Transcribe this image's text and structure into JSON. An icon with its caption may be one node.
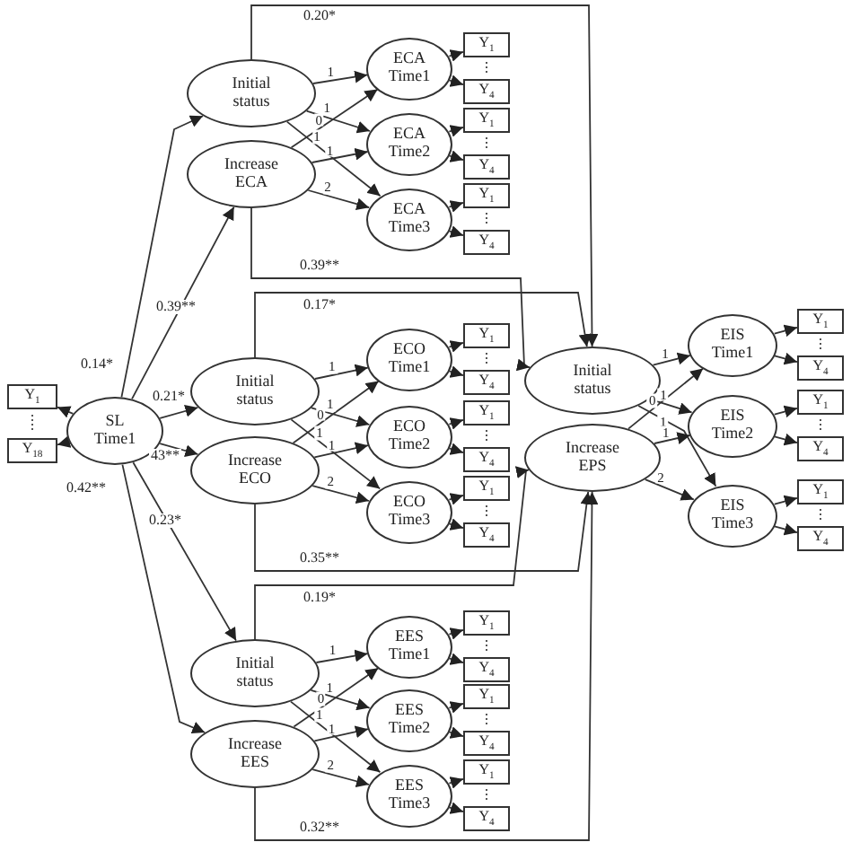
{
  "diagram": {
    "nodes": [
      {
        "text": [
          "SL Time1"
        ]
      },
      {
        "text": [
          "Y$_{1}$"
        ]
      },
      {
        "text": [
          "Y$_{18}$"
        ]
      },
      {
        "text": [
          "Initial status"
        ]
      },
      {
        "text": [
          "Increase ECA"
        ]
      },
      {
        "text": [
          "ECA Time1"
        ]
      },
      {
        "text": [
          "ECA Time2"
        ]
      },
      {
        "text": [
          "ECA Time3"
        ]
      },
      {
        "text": [
          "Y$_{1}$"
        ]
      },
      {
        "text": [
          "Y$_{4}$"
        ]
      },
      {
        "text": [
          "Y$_{1}$"
        ]
      },
      {
        "text": [
          "Y$_{4}$"
        ]
      },
      {
        "text": [
          "Y$_{1}$"
        ]
      },
      {
        "text": [
          "Y$_{4}$"
        ]
      },
      {
        "text": [
          "Initial status"
        ]
      },
      {
        "text": [
          "Increase ECO"
        ]
      },
      {
        "text": [
          "ECO Time1"
        ]
      },
      {
        "text": [
          "ECO Time2"
        ]
      },
      {
        "text": [
          "ECO Time3"
        ]
      },
      {
        "text": [
          "Y$_{1}$"
        ]
      },
      {
        "text": [
          "Y$_{4}$"
        ]
      },
      {
        "text": [
          "Y$_{1}$"
        ]
      },
      {
        "text": [
          "Y$_{4}$"
        ]
      },
      {
        "text": [
          "Y$_{1}$"
        ]
      },
      {
        "text": [
          "Y$_{4}$"
        ]
      },
      {
        "text": [
          "Initial status"
        ]
      },
      {
        "text": [
          "Increase EES"
        ]
      },
      {
        "text": [
          "EES Time1"
        ]
      },
      {
        "text": [
          "EES Time2"
        ]
      },
      {
        "text": [
          "EES Time3"
        ]
      },
      {
        "text": [
          "Y$_{1}$"
        ]
      },
      {
        "text": [
          "Y$_{4}$"
        ]
      },
      {
        "text": [
          "Y$_{1}$"
        ]
      },
      {
        "text": [
          "Y$_{4}$"
        ]
      },
      {
        "text": [
          "Y$_{1}$"
        ]
      },
      {
        "text": [
          "Y$_{4}$"
        ]
      },
      {
        "text": [
          "Initial status"
        ]
      },
      {
        "text": [
          "Increase EPS"
        ]
      },
      {
        "text": [
          "EIS Time1"
        ]
      },
      {
        "text": [
          "EIS Time2"
        ]
      },
      {
        "text": [
          "EIS Time3"
        ]
      },
      {
        "text": [
          "Y$_{1}$"
        ]
      },
      {
        "text": [
          "Y$_{4}$"
        ]
      },
      {
        "text": [
          "Y$_{1}$"
        ]
      },
      {
        "text": [
          "Y$_{4}$"
        ]
      },
      {
        "text": [
          "Y$_{1}$"
        ]
      },
      {
        "text": [
          "Y$_{4}$"
        ]
      }
    ],
    "edges": [
      {
        "from": 0,
        "to": 1,
        "arrow": "to"
      },
      {
        "from": 0,
        "to": 2,
        "arrow": "to"
      },
      {
        "from": 0,
        "to": 3,
        "arrow": "to",
        "label": "0.14*"
      },
      {
        "from": 0,
        "to": 4,
        "arrow": "to",
        "label": "0.39**"
      },
      {
        "from": 0,
        "to": 14,
        "arrow": "to",
        "label": "0.21*"
      },
      {
        "from": 0,
        "to": 15,
        "arrow": "to",
        "label": "43**"
      },
      {
        "from": 0,
        "to": 25,
        "arrow": "to",
        "label": "0.23*"
      },
      {
        "from": 0,
        "to": 26,
        "arrow": "to",
        "label": "0.42**"
      },
      {
        "from": 3,
        "to": 5,
        "arrow": "to",
        "label": "1"
      },
      {
        "from": 3,
        "to": 6,
        "arrow": "to",
        "label": "1"
      },
      {
        "from": 3,
        "to": 7,
        "arrow": "to",
        "label": "1"
      },
      {
        "from": 4,
        "to": 5,
        "arrow": "to",
        "label": "0"
      },
      {
        "from": 4,
        "to": 6,
        "arrow": "to",
        "label": "1"
      },
      {
        "from": 4,
        "to": 7,
        "arrow": "to",
        "label": "2"
      },
      {
        "from": 5,
        "to": 8,
        "arrow": "to"
      },
      {
        "from": 5,
        "to": 9,
        "arrow": "to"
      },
      {
        "from": 6,
        "to": 10,
        "arrow": "to"
      },
      {
        "from": 6,
        "to": 11,
        "arrow": "to"
      },
      {
        "from": 7,
        "to": 12,
        "arrow": "to"
      },
      {
        "from": 7,
        "to": 13,
        "arrow": "to"
      },
      {
        "from": 14,
        "to": 16,
        "arrow": "to",
        "label": "1"
      },
      {
        "from": 14,
        "to": 17,
        "arrow": "to",
        "label": "1"
      },
      {
        "from": 14,
        "to": 18,
        "arrow": "to",
        "label": "1"
      },
      {
        "from": 15,
        "to": 16,
        "arrow": "to",
        "label": "0"
      },
      {
        "from": 15,
        "to": 17,
        "arrow": "to",
        "label": "1"
      },
      {
        "from": 15,
        "to": 18,
        "arrow": "to",
        "label": "2"
      },
      {
        "from": 16,
        "to": 19,
        "arrow": "to"
      },
      {
        "from": 16,
        "to": 20,
        "arrow": "to"
      },
      {
        "from": 17,
        "to": 21,
        "arrow": "to"
      },
      {
        "from": 17,
        "to": 22,
        "arrow": "to"
      },
      {
        "from": 18,
        "to": 23,
        "arrow": "to"
      },
      {
        "from": 18,
        "to": 24,
        "arrow": "to"
      },
      {
        "from": 25,
        "to": 27,
        "arrow": "to",
        "label": "1"
      },
      {
        "from": 25,
        "to": 28,
        "arrow": "to",
        "label": "1"
      },
      {
        "from": 25,
        "to": 29,
        "arrow": "to",
        "label": "1"
      },
      {
        "from": 26,
        "to": 27,
        "arrow": "to",
        "label": "0"
      },
      {
        "from": 26,
        "to": 28,
        "arrow": "to",
        "label": "1"
      },
      {
        "from": 26,
        "to": 29,
        "arrow": "to",
        "label": "2"
      },
      {
        "from": 27,
        "to": 30,
        "arrow": "to"
      },
      {
        "from": 27,
        "to": 31,
        "arrow": "to"
      },
      {
        "from": 28,
        "to": 32,
        "arrow": "to"
      },
      {
        "from": 28,
        "to": 33,
        "arrow": "to"
      },
      {
        "from": 29,
        "to": 34,
        "arrow": "to"
      },
      {
        "from": 29,
        "to": 35,
        "arrow": "to"
      },
      {
        "from": 36,
        "to": 38,
        "arrow": "to",
        "label": "1"
      },
      {
        "from": 36,
        "to": 39,
        "arrow": "to",
        "label": "1"
      },
      {
        "from": 36,
        "to": 40,
        "arrow": "to",
        "label": "1"
      },
      {
        "from": 37,
        "to": 38,
        "arrow": "to",
        "label": "0"
      },
      {
        "from": 37,
        "to": 39,
        "arrow": "to",
        "label": "1"
      },
      {
        "from": 37,
        "to": 40,
        "arrow": "to",
        "label": "2"
      },
      {
        "from": 38,
        "to": 41,
        "arrow": "to"
      },
      {
        "from": 38,
        "to": 42,
        "arrow": "to"
      },
      {
        "from": 39,
        "to": 43,
        "arrow": "to"
      },
      {
        "from": 39,
        "to": 44,
        "arrow": "to"
      },
      {
        "from": 40,
        "to": 45,
        "arrow": "to"
      },
      {
        "from": 40,
        "to": 46,
        "arrow": "to"
      },
      {
        "from": 3,
        "to": 36,
        "arrow": "to",
        "label": "0.20*"
      },
      {
        "from": 4,
        "to": 36,
        "arrow": "to",
        "label": "0.39**"
      },
      {
        "from": 14,
        "to": 36,
        "arrow": "to",
        "label": "0.17*"
      },
      {
        "from": 15,
        "to": 37,
        "arrow": "to",
        "label": "0.35**"
      },
      {
        "from": 25,
        "to": 37,
        "arrow": "to",
        "label": "0.19*"
      },
      {
        "from": 26,
        "to": 37,
        "arrow": "to",
        "label": "0.32**"
      }
    ]
  }
}
